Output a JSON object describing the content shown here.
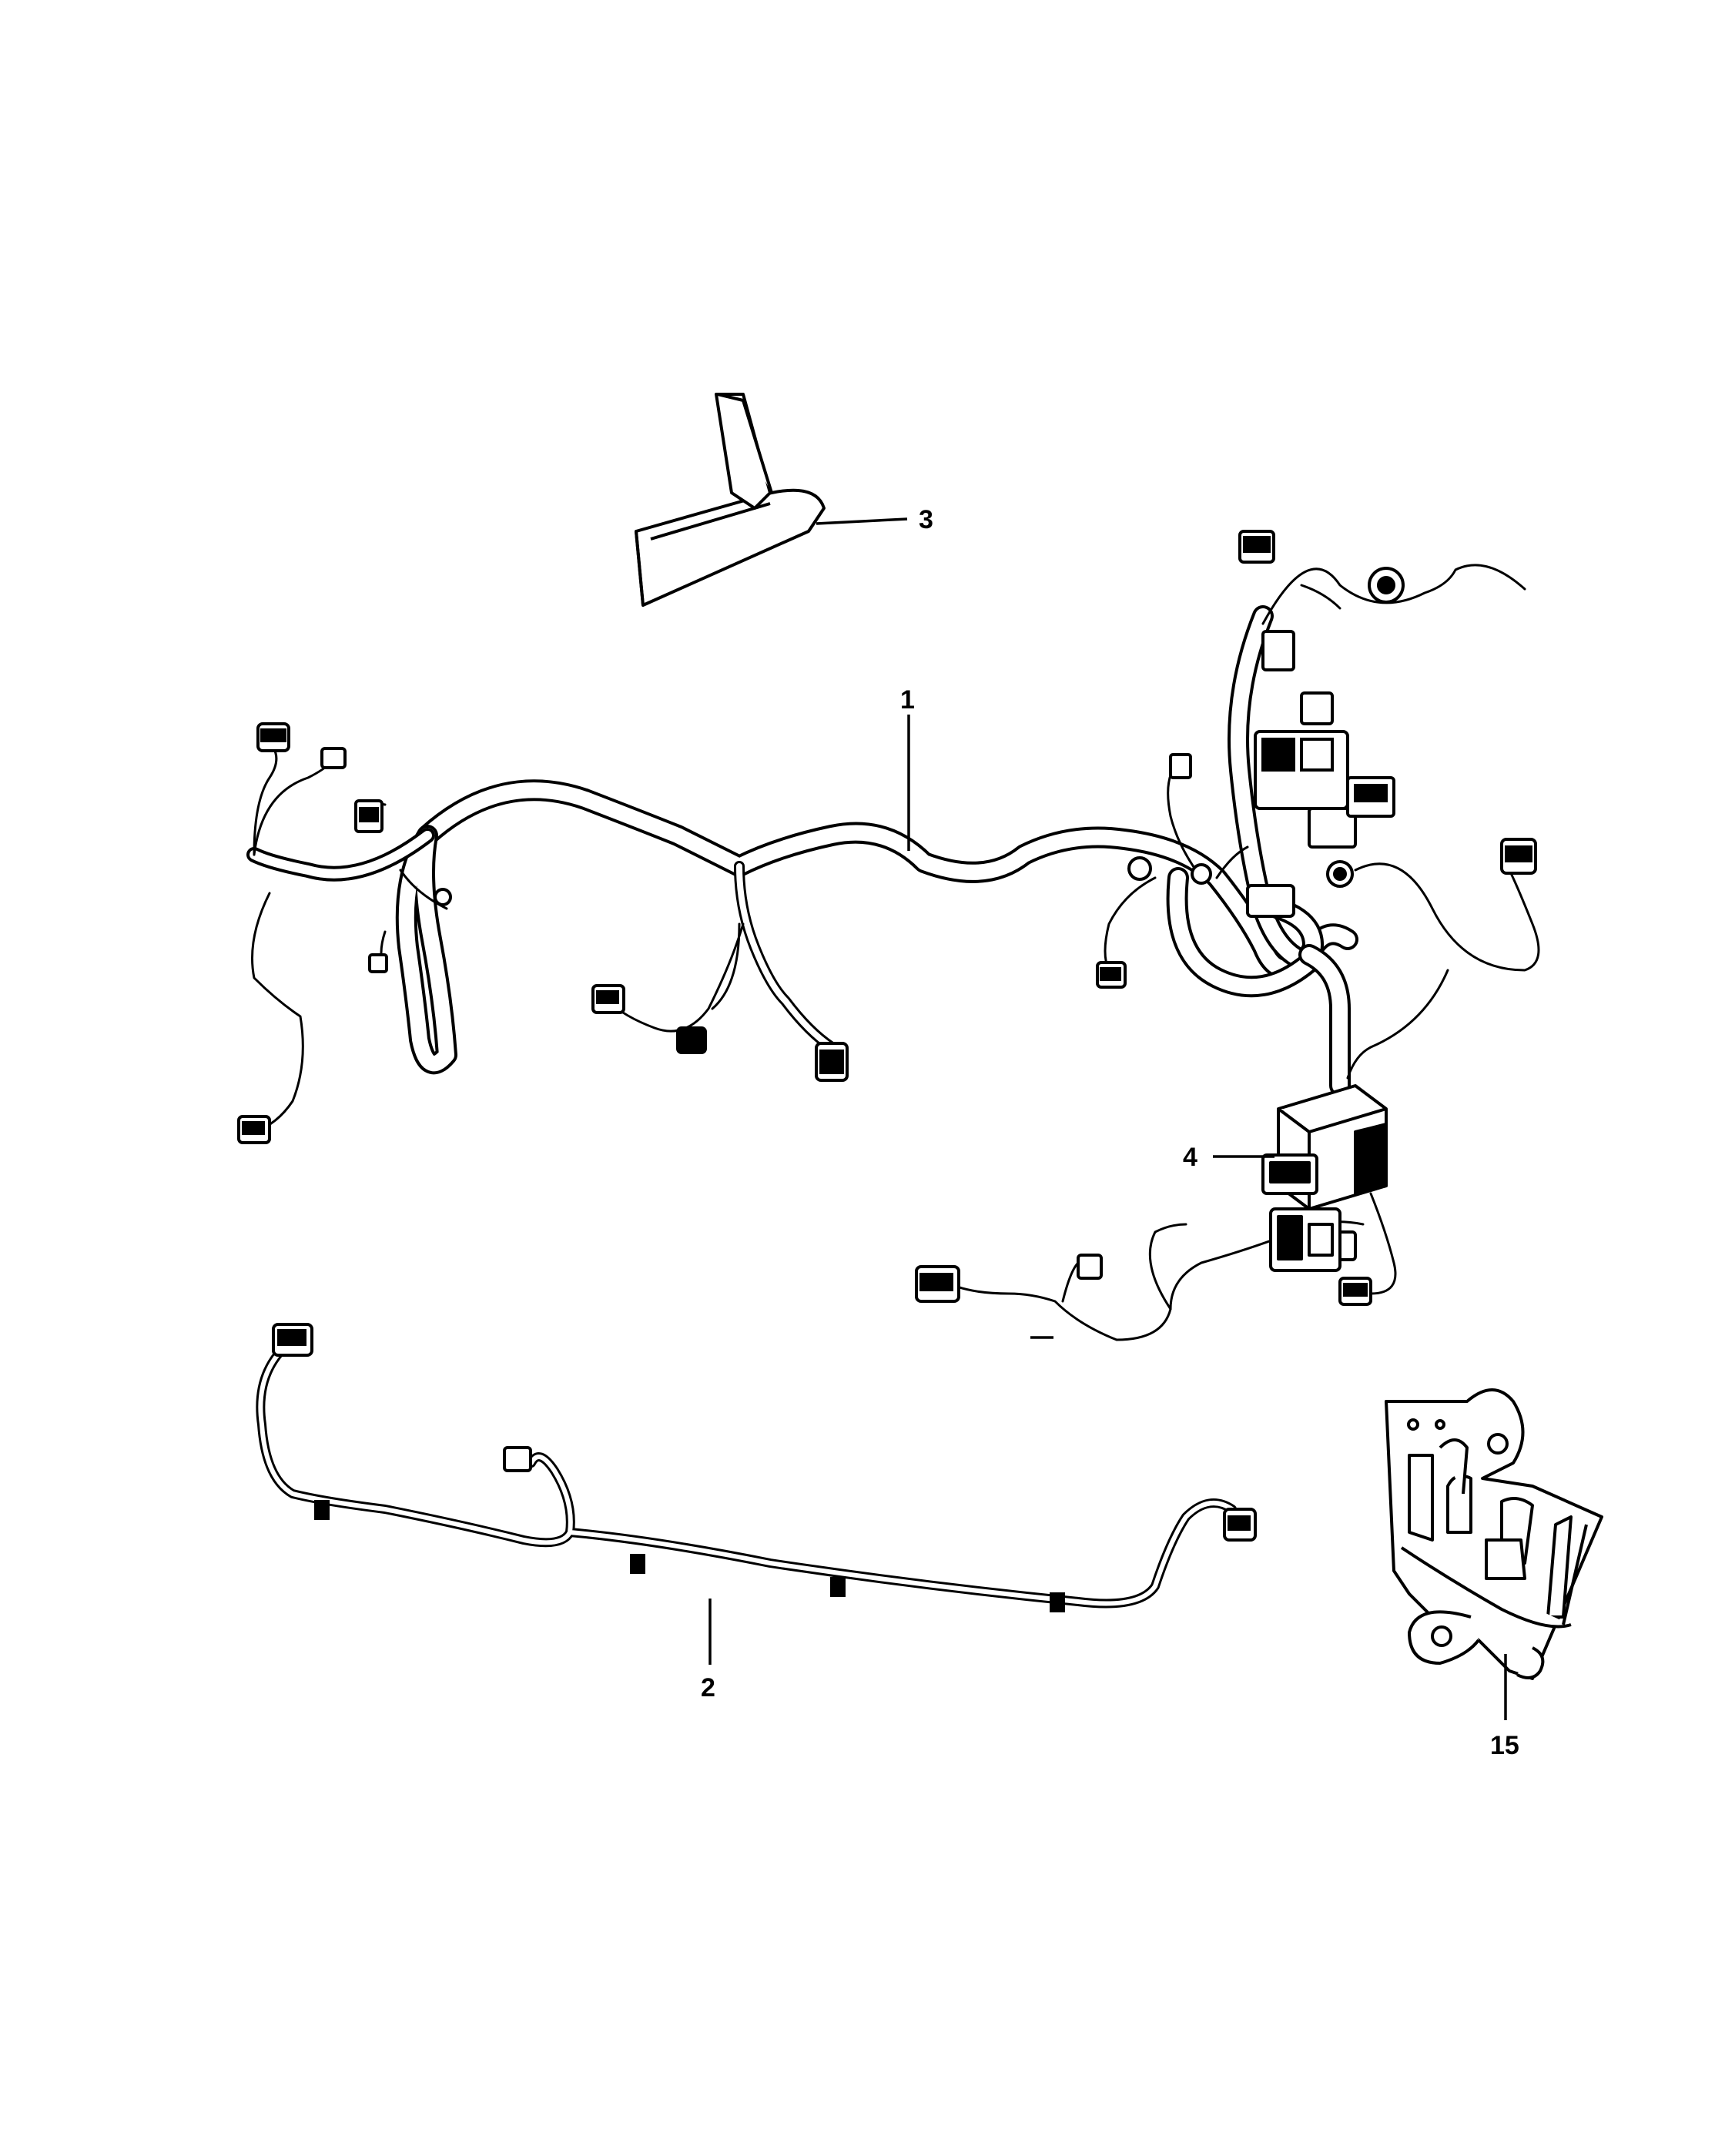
{
  "callouts": {
    "c1": "1",
    "c2": "2",
    "c3": "3",
    "c4": "4",
    "c15": "15"
  },
  "parts": [
    {
      "id": "1",
      "icon": "main-wiring-harness"
    },
    {
      "id": "2",
      "icon": "bumper-wiring-harness"
    },
    {
      "id": "3",
      "icon": "harness-shield"
    },
    {
      "id": "4",
      "icon": "fuse-relay-box"
    },
    {
      "id": "15",
      "icon": "mounting-bracket"
    }
  ],
  "colors": {
    "line": "#000000",
    "background": "#ffffff"
  }
}
